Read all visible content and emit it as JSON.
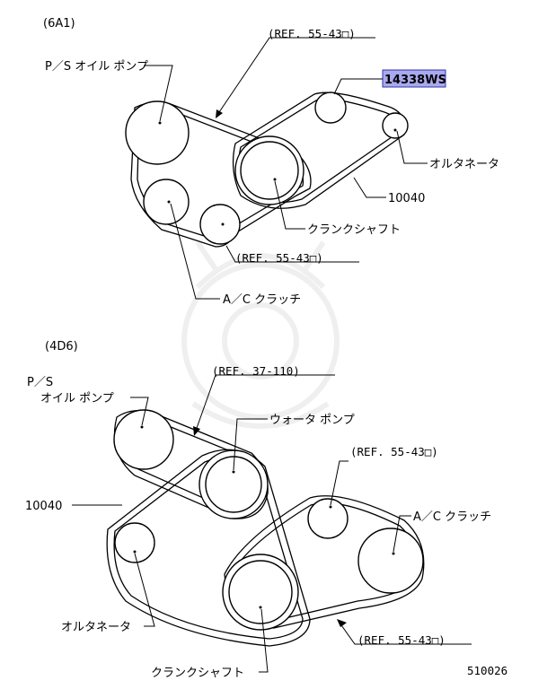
{
  "top_section": {
    "engine_code": "(6A1)",
    "ps_pump_label": "P／S  オイル  ポンプ",
    "ref_top": "(REF. 55-43□)",
    "part_highlight": "14338WS",
    "alternator_label": "オルタネータ",
    "belt_part": "10040",
    "crankshaft_label": "クランクシャフト",
    "ref_bottom": "(REF. 55-43□)",
    "ac_clutch_label": "A／C  クラッチ"
  },
  "bottom_section": {
    "engine_code": "(4D6)",
    "ps_label_line1": "P／S",
    "ps_label_line2": "オイル  ポンプ",
    "ref_water_pump": "(REF. 37-110)",
    "water_pump_label": "ウォータ  ポンプ",
    "ref_ac": "(REF. 55-43□)",
    "belt_part": "10040",
    "ac_clutch_label": "A／C  クラッチ",
    "alternator_label": "オルタネータ",
    "ref_crank": "(REF. 55-43□)",
    "crankshaft_label": "クランクシャフト"
  },
  "footer": {
    "diagram_number": "510026"
  },
  "colors": {
    "highlight_fill": "#a9a9ef",
    "highlight_border": "#3333aa",
    "line": "#000000"
  }
}
